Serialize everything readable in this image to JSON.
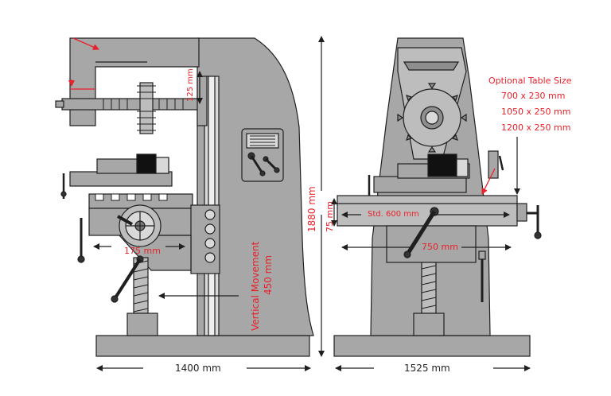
{
  "colors": {
    "machine_fill": "#a7a7a7",
    "machine_stroke": "#1f1f1f",
    "highlight": "#d9d9d9",
    "accent_red": "#e8212a",
    "dimension_line": "#1f1f1f"
  },
  "side_view": {
    "dim_ram_gap": "125 mm",
    "dim_cross_travel": "175 mm",
    "dim_vertical_movement_line1": "Vertical Movement",
    "dim_vertical_movement_line2": "450 mm",
    "dim_height": "1880 mm",
    "dim_width": "1400 mm"
  },
  "front_view": {
    "optional_title": "Optional Table Size",
    "optional_sizes": [
      "700 x 230 mm",
      "1050 x 250 mm",
      "1200 x 250 mm"
    ],
    "dim_std_table": "Std. 600 mm",
    "dim_table_height": "75 mm",
    "dim_travel": "750 mm",
    "dim_width": "1525 mm"
  }
}
